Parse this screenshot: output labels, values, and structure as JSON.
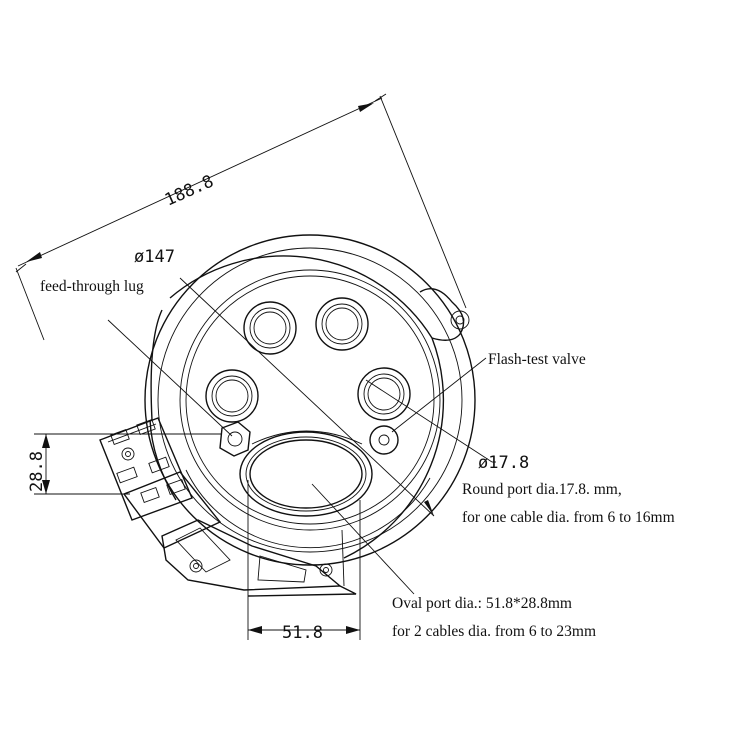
{
  "dimensions": {
    "overall_length": "188.8",
    "outer_diameter": "ø147",
    "round_port_diameter": "ø17.8",
    "lug_height": "28.8",
    "oval_port_width": "51.8"
  },
  "labels": {
    "feed_through_lug": "feed-through lug",
    "flash_test_valve": "Flash-test valve",
    "round_port_line1": "Round port dia.17.8.  mm,",
    "round_port_line2": "for one cable dia. from 6 to 16mm",
    "oval_port_line1": "Oval port dia.: 51.8*28.8mm",
    "oval_port_line2": "for 2 cables dia. from 6 to 23mm"
  }
}
